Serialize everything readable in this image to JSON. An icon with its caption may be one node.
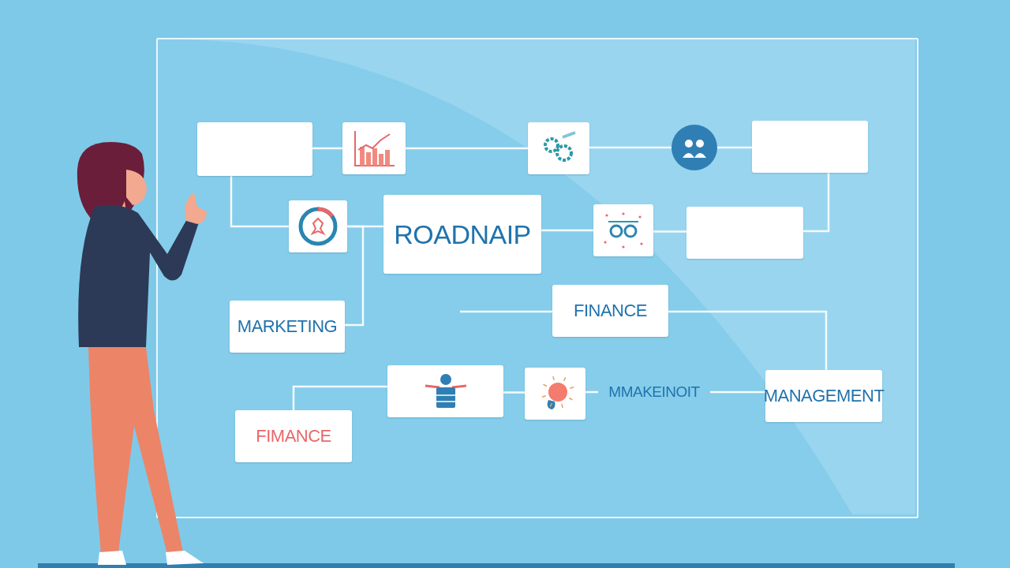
{
  "diagram": {
    "nodes": [
      {
        "text": [],
        "shape": "box"
      },
      {
        "text": [],
        "shape": "picture"
      },
      {
        "text": [],
        "shape": "picture"
      },
      {
        "text": [],
        "shape": "circle"
      },
      {
        "text": [],
        "shape": "box"
      },
      {
        "text": [],
        "shape": "picture"
      },
      {
        "text": [
          "ROADNAIP"
        ]
      },
      {
        "text": [],
        "shape": "picture"
      },
      {
        "text": [],
        "shape": "box"
      },
      {
        "text": [
          "MARKETING"
        ]
      },
      {
        "text": [
          "FINANCE"
        ]
      },
      {
        "text": [],
        "shape": "picture"
      },
      {
        "text": [],
        "shape": "picture"
      },
      {
        "text": [
          "MMAKEINOIT"
        ]
      },
      {
        "text": [
          "MANAGEMENT"
        ]
      },
      {
        "text": [
          "FIMANCE"
        ]
      }
    ],
    "edges": [
      {
        "from": 0,
        "to": 1,
        "arrow": "none"
      },
      {
        "from": 1,
        "to": 2,
        "arrow": "none"
      },
      {
        "from": 2,
        "to": 3,
        "arrow": "none"
      },
      {
        "from": 3,
        "to": 4,
        "arrow": "none"
      },
      {
        "from": 0,
        "to": 5,
        "arrow": "none"
      },
      {
        "from": 5,
        "to": 6,
        "arrow": "none"
      },
      {
        "from": 5,
        "to": 9,
        "arrow": "none"
      },
      {
        "from": 6,
        "to": 7,
        "arrow": "none"
      },
      {
        "from": 7,
        "to": 8,
        "arrow": "none"
      },
      {
        "from": 8,
        "to": 4,
        "arrow": "none"
      },
      {
        "from": null,
        "to": 10,
        "arrow": "none"
      },
      {
        "from": 10,
        "to": 14,
        "arrow": "none"
      },
      {
        "from": 11,
        "to": 15,
        "arrow": "none"
      },
      {
        "from": 11,
        "to": 12,
        "arrow": "none"
      },
      {
        "from": 12,
        "to": 13,
        "arrow": "none"
      },
      {
        "from": 13,
        "to": 14,
        "arrow": "none"
      }
    ]
  }
}
